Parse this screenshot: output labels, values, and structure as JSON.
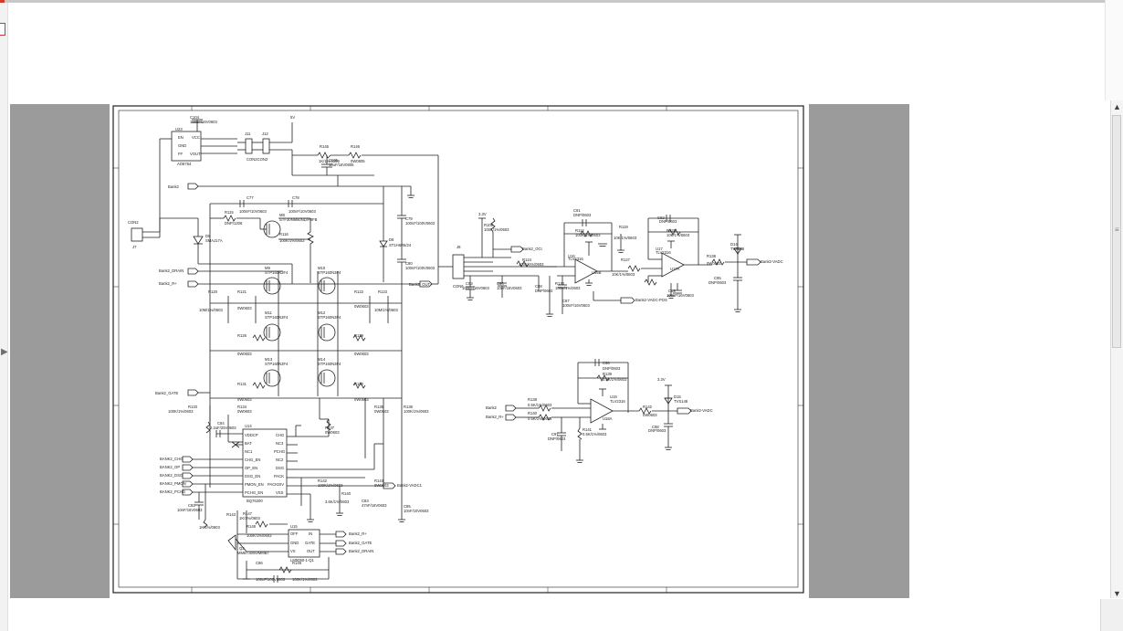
{
  "app": {
    "accent_color": "#d23a2a",
    "viewer_bg": "#9b9b9b",
    "sheet_bg": "#ffffff",
    "ink_color": "#222222"
  },
  "icons": {
    "left_toggle": "triangle-right-icon",
    "scroll_up": "triangle-up-icon",
    "scroll_down": "triangle-down-icon",
    "grip": "grip-icon"
  },
  "glyphs": {
    "left_toggle": "▶",
    "scroll_up": "▲",
    "scroll_down": "▼",
    "grip": "≡"
  },
  "schematic": {
    "refs": [
      {
        "id": "C104",
        "text": "C104"
      },
      {
        "id": "C104v",
        "text": "100nF/16V0603"
      },
      {
        "id": "U23",
        "text": "U23"
      },
      {
        "id": "U23p1",
        "text": "EN"
      },
      {
        "id": "U23p2",
        "text": "GND"
      },
      {
        "id": "U23p3",
        "text": "FF"
      },
      {
        "id": "U23p4",
        "text": "VCC"
      },
      {
        "id": "U23p5",
        "text": "VOUT"
      },
      {
        "id": "U23v",
        "text": "AO8754"
      },
      {
        "id": "J11",
        "text": "J11"
      },
      {
        "id": "J12",
        "text": "J12"
      },
      {
        "id": "J11v",
        "text": "CON2CON2"
      },
      {
        "id": "vtop",
        "text": "5V"
      },
      {
        "id": "R145",
        "text": "R145"
      },
      {
        "id": "R146",
        "text": "R146"
      },
      {
        "id": "R145v",
        "text": "1K/1%/1206"
      },
      {
        "id": "R146v",
        "text": "0W0805"
      },
      {
        "id": "C105",
        "text": "C105"
      },
      {
        "id": "C105v",
        "text": "10uF/16V0805"
      },
      {
        "id": "bank",
        "text": "Bank2"
      },
      {
        "id": "C77",
        "text": "C77"
      },
      {
        "id": "C77v",
        "text": "100nF/10V0603"
      },
      {
        "id": "C78",
        "text": "C78"
      },
      {
        "id": "C78v",
        "text": "100nF/10V0603"
      },
      {
        "id": "R115",
        "text": "R115"
      },
      {
        "id": "R115v",
        "text": "DNP/1206"
      },
      {
        "id": "M8",
        "text": "M8"
      },
      {
        "id": "M8v",
        "text": "STF30NM60ND/P3FB"
      },
      {
        "id": "R116",
        "text": "R116"
      },
      {
        "id": "R116v",
        "text": "100K/1%/0603"
      },
      {
        "id": "CON2",
        "text": "CON2"
      },
      {
        "id": "J7",
        "text": "J7"
      },
      {
        "id": "D5",
        "text": "D5"
      },
      {
        "id": "D5v",
        "text": "SMAJ17A"
      },
      {
        "id": "D6",
        "text": "D6"
      },
      {
        "id": "D6v",
        "text": "ST1H6R6/24"
      },
      {
        "id": "C79",
        "text": "C79"
      },
      {
        "id": "C79v",
        "text": "100nF/100V0603"
      },
      {
        "id": "C80",
        "text": "C80"
      },
      {
        "id": "C80v",
        "text": "100nF/100V0603"
      },
      {
        "id": "drain",
        "text": "Bank2_DRAIN"
      },
      {
        "id": "rp",
        "text": "Bank2_R+"
      },
      {
        "id": "M9",
        "text": "M9"
      },
      {
        "id": "M9v",
        "text": "STP160N3F4"
      },
      {
        "id": "M10",
        "text": "M10"
      },
      {
        "id": "M10v",
        "text": "STP160N3F4"
      },
      {
        "id": "out",
        "text": "Bank2_OUT+"
      },
      {
        "id": "R120",
        "text": "R120"
      },
      {
        "id": "R120v",
        "text": "10M/1%/0603"
      },
      {
        "id": "R121",
        "text": "R121"
      },
      {
        "id": "R121v",
        "text": "0W0603"
      },
      {
        "id": "R122",
        "text": "R122"
      },
      {
        "id": "R122v",
        "text": "0W0603"
      },
      {
        "id": "R123",
        "text": "R123"
      },
      {
        "id": "R123v",
        "text": "10M/1%/0603"
      },
      {
        "id": "M11",
        "text": "M11"
      },
      {
        "id": "M11v",
        "text": "STP160N3F4"
      },
      {
        "id": "M12",
        "text": "M12"
      },
      {
        "id": "M12v",
        "text": "STP160N3F4"
      },
      {
        "id": "R126",
        "text": "R126"
      },
      {
        "id": "R126v",
        "text": "0W0603"
      },
      {
        "id": "R129",
        "text": "R129"
      },
      {
        "id": "R129v",
        "text": "0W0603"
      },
      {
        "id": "M13",
        "text": "M13"
      },
      {
        "id": "M13v",
        "text": "STP160N3F4"
      },
      {
        "id": "M14",
        "text": "M14"
      },
      {
        "id": "M14v",
        "text": "STP160N3F4"
      },
      {
        "id": "R131",
        "text": "R131"
      },
      {
        "id": "R131v",
        "text": "0W0603"
      },
      {
        "id": "R132",
        "text": "R132"
      },
      {
        "id": "R132v",
        "text": "0W0603"
      },
      {
        "id": "gate",
        "text": "Bank2_GATE"
      },
      {
        "id": "R133",
        "text": "R133"
      },
      {
        "id": "R133v",
        "text": "100K/1%/0603"
      },
      {
        "id": "R134",
        "text": "R134"
      },
      {
        "id": "R134v",
        "text": "0W0603"
      },
      {
        "id": "R135",
        "text": "R135"
      },
      {
        "id": "R135v",
        "text": "0W0603"
      },
      {
        "id": "R136",
        "text": "R136"
      },
      {
        "id": "R136v",
        "text": "100K/1%/0603"
      },
      {
        "id": "C84",
        "text": "C84"
      },
      {
        "id": "C84v",
        "text": "2.2uF/25V0603"
      },
      {
        "id": "U14",
        "text": "U14"
      },
      {
        "id": "R137",
        "text": "R137"
      },
      {
        "id": "R137v",
        "text": "0W0603"
      },
      {
        "id": "u14l1",
        "text": "VDDCP"
      },
      {
        "id": "u14l2",
        "text": "BAT"
      },
      {
        "id": "u14l3",
        "text": "NC1"
      },
      {
        "id": "u14l4",
        "text": "CHG_EN"
      },
      {
        "id": "u14l5",
        "text": "OP_EN"
      },
      {
        "id": "u14l6",
        "text": "DSG_EN"
      },
      {
        "id": "u14l7",
        "text": "PMON_EN"
      },
      {
        "id": "u14l8",
        "text": "PCHG_EN"
      },
      {
        "id": "u14r1",
        "text": "CHG"
      },
      {
        "id": "u14r2",
        "text": "NC3"
      },
      {
        "id": "u14r3",
        "text": "PCHG"
      },
      {
        "id": "u14r4",
        "text": "NC2"
      },
      {
        "id": "u14r5",
        "text": "DSG"
      },
      {
        "id": "u14r6",
        "text": "PACK"
      },
      {
        "id": "u14r7",
        "text": "PACKDIV"
      },
      {
        "id": "u14r8",
        "text": "VSS"
      },
      {
        "id": "u14v",
        "text": "BQ76200"
      },
      {
        "id": "sig1",
        "text": "BANK2_CHG"
      },
      {
        "id": "sig2",
        "text": "BANK2_OP"
      },
      {
        "id": "sig3",
        "text": "BANK2_DSG"
      },
      {
        "id": "sig4",
        "text": "BANK2_PMON"
      },
      {
        "id": "sig5",
        "text": "BANK2_PCHG"
      },
      {
        "id": "C82",
        "text": "C82"
      },
      {
        "id": "C82v",
        "text": "10nF/16V0603"
      },
      {
        "id": "R143",
        "text": "R143"
      },
      {
        "id": "R143v",
        "text": "1K/1%/0603"
      },
      {
        "id": "R142",
        "text": "R142"
      },
      {
        "id": "R142v",
        "text": "100K/1%/0603"
      },
      {
        "id": "R144",
        "text": "R144"
      },
      {
        "id": "R144v",
        "text": "0W0603"
      },
      {
        "id": "vdc1",
        "text": "Bank2-VADC1"
      },
      {
        "id": "R140",
        "text": "R140"
      },
      {
        "id": "R140v",
        "text": "3.6K/1%/0603"
      },
      {
        "id": "C83",
        "text": "C83"
      },
      {
        "id": "C83v",
        "text": "47nF/16V0603"
      },
      {
        "id": "C85",
        "text": "C85"
      },
      {
        "id": "C85v",
        "text": "10nF/10V0603"
      },
      {
        "id": "R147",
        "text": "R147"
      },
      {
        "id": "R147v",
        "text": "1K/1%/0603"
      },
      {
        "id": "R148",
        "text": "R148"
      },
      {
        "id": "R148v",
        "text": "100K/1%/0603"
      },
      {
        "id": "Q2",
        "text": "Q2"
      },
      {
        "id": "Q2v",
        "text": "MMBT3000/MMBT"
      },
      {
        "id": "U15",
        "text": "U15"
      },
      {
        "id": "u15l1",
        "text": "OFF"
      },
      {
        "id": "u15l2",
        "text": "GND"
      },
      {
        "id": "u15l3",
        "text": "VS"
      },
      {
        "id": "u15r1",
        "text": "IN"
      },
      {
        "id": "u15r2",
        "text": "GATE"
      },
      {
        "id": "u15r3",
        "text": "OUT"
      },
      {
        "id": "u15v",
        "text": "LM5050-1-Q1"
      },
      {
        "id": "b2r",
        "text": "Bank2_R+"
      },
      {
        "id": "b2g",
        "text": "Bank2_GATE"
      },
      {
        "id": "b2d",
        "text": "Bank2_DRAIN"
      },
      {
        "id": "C86",
        "text": "C86"
      },
      {
        "id": "C86v",
        "text": "100nF/100V0603"
      },
      {
        "id": "R149",
        "text": "R149"
      },
      {
        "id": "R149v",
        "text": "100K/1%/0603"
      },
      {
        "id": "J8",
        "text": "J8"
      },
      {
        "id": "J8v",
        "text": "CON6"
      },
      {
        "id": "C93",
        "text": "C93"
      },
      {
        "id": "C93v",
        "text": "100nF/16V0603"
      },
      {
        "id": "v33",
        "text": "3.3V"
      },
      {
        "id": "R109",
        "text": "R109"
      },
      {
        "id": "R109v",
        "text": "100K/1%/0603"
      },
      {
        "id": "oci",
        "text": "Bank2_OCI"
      },
      {
        "id": "R124",
        "text": "R124"
      },
      {
        "id": "R124v",
        "text": "100K/1%/0603"
      },
      {
        "id": "C94",
        "text": "C94"
      },
      {
        "id": "C94v",
        "text": "10nF/16V0603"
      },
      {
        "id": "C91",
        "text": "C91"
      },
      {
        "id": "C91v",
        "text": "DNP/0603"
      },
      {
        "id": "R112",
        "text": "R112"
      },
      {
        "id": "R112v",
        "text": "100K/1%/0603"
      },
      {
        "id": "U16",
        "text": "U16"
      },
      {
        "id": "U16v",
        "text": "TLV2316"
      },
      {
        "id": "U16b",
        "text": "U16B"
      },
      {
        "id": "R130",
        "text": "R130"
      },
      {
        "id": "R130v",
        "text": "100K/1%/0603"
      },
      {
        "id": "C88",
        "text": "C88"
      },
      {
        "id": "C88v",
        "text": "DNP/0603"
      },
      {
        "id": "C87",
        "text": "C87"
      },
      {
        "id": "C87v",
        "text": "100nF/16V0603"
      },
      {
        "id": "R119",
        "text": "R119"
      },
      {
        "id": "R119v",
        "text": "10K/1%/0603"
      },
      {
        "id": "R127",
        "text": "R127"
      },
      {
        "id": "R127v",
        "text": "10K/1%/0603"
      },
      {
        "id": "C92",
        "text": "C92"
      },
      {
        "id": "C92v",
        "text": "DNP/0603"
      },
      {
        "id": "R128",
        "text": "R128"
      },
      {
        "id": "R128v",
        "text": "10K/1%/0603"
      },
      {
        "id": "U17",
        "text": "U17"
      },
      {
        "id": "U17v",
        "text": "TLV2316"
      },
      {
        "id": "U17b",
        "text": "U17A"
      },
      {
        "id": "vdcp",
        "text": "Bank2-VADC-POS"
      },
      {
        "id": "C89",
        "text": "C89"
      },
      {
        "id": "C89v",
        "text": "100nF/16V0603"
      },
      {
        "id": "R138",
        "text": "R138"
      },
      {
        "id": "R138v",
        "text": "0W0603"
      },
      {
        "id": "D14",
        "text": "D14"
      },
      {
        "id": "D14v",
        "text": "TVS148"
      },
      {
        "id": "C95",
        "text": "C95"
      },
      {
        "id": "C95v",
        "text": "DNP/0603"
      },
      {
        "id": "vadc",
        "text": "Bank2-VADC"
      },
      {
        "id": "C96",
        "text": "C96"
      },
      {
        "id": "C96v",
        "text": "DNP/0603"
      },
      {
        "id": "R139",
        "text": "R139"
      },
      {
        "id": "R139v",
        "text": "0.5K/1%/0603"
      },
      {
        "id": "b2",
        "text": "Bank2"
      },
      {
        "id": "b2rp",
        "text": "Bank2_R+"
      },
      {
        "id": "R138b",
        "text": "R138"
      },
      {
        "id": "R138bv",
        "text": "0.5K/1%/0603"
      },
      {
        "id": "R140b",
        "text": "R140"
      },
      {
        "id": "R140bv",
        "text": "0.5K/1%/0603"
      },
      {
        "id": "U18",
        "text": "U18"
      },
      {
        "id": "U18v",
        "text": "TLV2316"
      },
      {
        "id": "U18b",
        "text": "U18A"
      },
      {
        "id": "C97",
        "text": "C97"
      },
      {
        "id": "C97v",
        "text": "DNP/0603"
      },
      {
        "id": "R141",
        "text": "R141"
      },
      {
        "id": "R141v",
        "text": "0.5K/1%/0603"
      },
      {
        "id": "v33b",
        "text": "3.3V"
      },
      {
        "id": "D15",
        "text": "D15"
      },
      {
        "id": "D15v",
        "text": "TVS148"
      },
      {
        "id": "R142b",
        "text": "R142"
      },
      {
        "id": "R142bv",
        "text": "0W0603"
      },
      {
        "id": "C98",
        "text": "C98"
      },
      {
        "id": "C98v",
        "text": "DNP/0603"
      },
      {
        "id": "vadc2",
        "text": "Bank2-VADC"
      }
    ]
  }
}
